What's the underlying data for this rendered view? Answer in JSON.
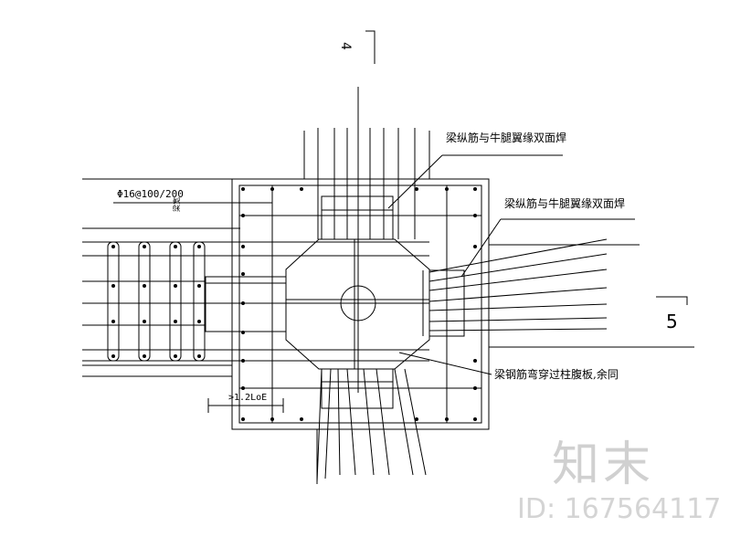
{
  "annotations": {
    "weld_top": "梁纵筋与牛腿翼缘双面焊",
    "weld_right": "梁纵筋与牛腿翼缘双面焊",
    "bend_through": "梁钢筋弯穿过柱腹板,余同",
    "rebar_spec": "Φ16@100/200",
    "anchor_length": ">1.2LoE",
    "side_vertical": "梁宽"
  },
  "section_marks": {
    "top": "4",
    "right": "5"
  },
  "watermark": {
    "logo": "知末",
    "id": "ID: 167564117"
  }
}
